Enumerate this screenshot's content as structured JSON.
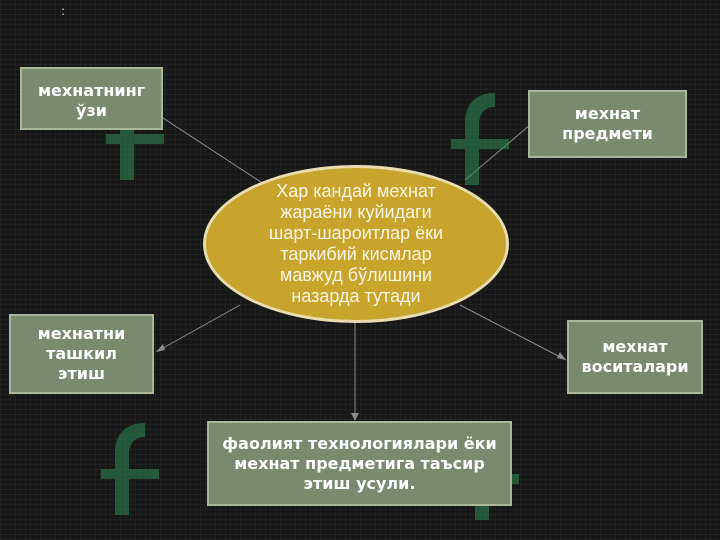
{
  "corner_mark": ":",
  "center_text": "Хар кандай мехнат\nжараёни куйидаги\nшарт-шароитлар ёки\nтаркибий кисмлар\nмавжуд бўлишини\nназарда тутади",
  "nodes": {
    "top_left": "мехнатнинг\nўзи",
    "top_right": "мехнат\nпредмети",
    "mid_left": "мехнатни\nташкил\nэтиш",
    "mid_right": "мехнат\nвоситалари",
    "bottom": "фаолият технологиялари ёки\nмехнат предметига таъсир\nэтиш усули."
  },
  "colors": {
    "background": "#171717",
    "box_fill": "#7a8a6e",
    "box_border": "#aab79d",
    "ellipse_fill": "#c9a42c",
    "ellipse_border": "#e7ddb0",
    "watermark": "#2f8a55"
  },
  "icons": [
    "watermark-logo-icon"
  ]
}
